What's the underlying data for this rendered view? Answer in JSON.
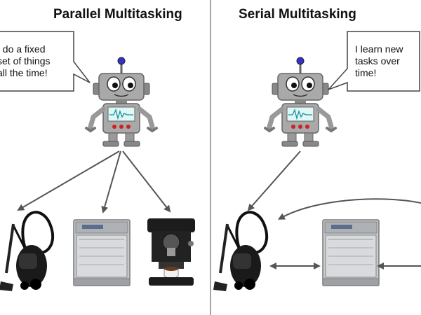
{
  "panels": [
    {
      "title": "Parallel Multitasking",
      "speech_lines": [
        "I do a fixed",
        "set of things",
        "all the time!"
      ]
    },
    {
      "title": "Serial Multitasking",
      "speech_lines": [
        "I learn new",
        "tasks over",
        "time!"
      ]
    }
  ],
  "colors": {
    "divider": "#888888",
    "arrow": "#555555",
    "robot_body": "#a9a9a9",
    "robot_screen": "#dff7f5",
    "screen_wave": "#1a8fa0",
    "antenna_ball": "#3333cc",
    "robot_buttons": "#cc2222"
  },
  "icons": [
    "robot-icon",
    "vacuum-cleaner-icon",
    "dishwasher-icon",
    "coffee-machine-icon"
  ]
}
